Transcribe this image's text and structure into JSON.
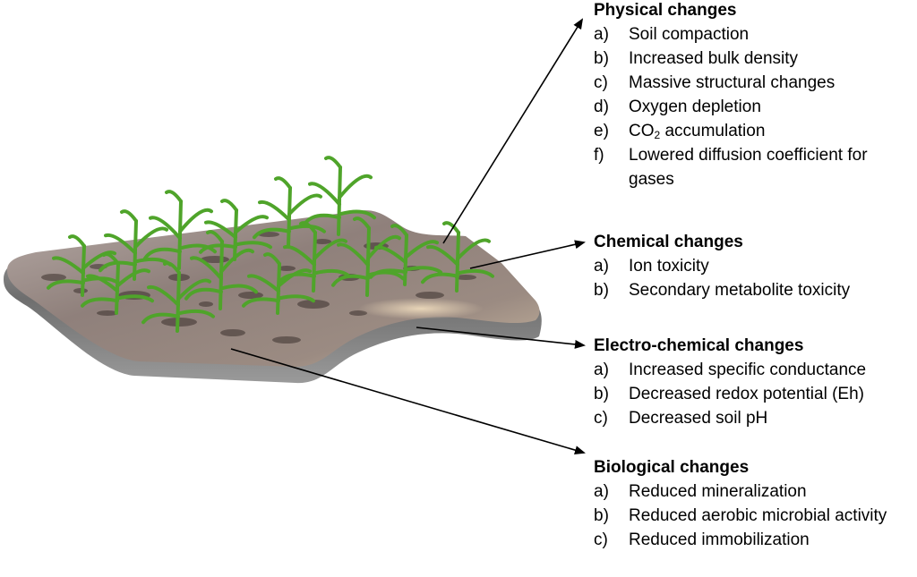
{
  "groups": [
    {
      "title": "Physical changes",
      "items": [
        {
          "letter": "a)",
          "text": "Soil compaction"
        },
        {
          "letter": "b)",
          "text": "Increased bulk density"
        },
        {
          "letter": "c)",
          "text": "Massive structural changes"
        },
        {
          "letter": "d)",
          "text": "Oxygen depletion"
        },
        {
          "letter": "e)",
          "text": "CO",
          "sub": "2",
          "after": " accumulation"
        },
        {
          "letter": "f)",
          "text": "Lowered diffusion coefficient for gases"
        }
      ]
    },
    {
      "title": "Chemical changes",
      "items": [
        {
          "letter": "a)",
          "text": "Ion toxicity"
        },
        {
          "letter": "b)",
          "text": "Secondary metabolite toxicity"
        }
      ]
    },
    {
      "title": "Electro-chemical changes",
      "items": [
        {
          "letter": "a)",
          "text": "Increased specific conductance"
        },
        {
          "letter": "b)",
          "text": "Decreased redox potential (Eh)"
        },
        {
          "letter": "c)",
          "text": "Decreased soil pH"
        }
      ]
    },
    {
      "title": "Biological changes",
      "items": [
        {
          "letter": "a)",
          "text": "Reduced mineralization"
        },
        {
          "letter": "b)",
          "text": "Reduced aerobic microbial activity"
        },
        {
          "letter": "c)",
          "text": "Reduced immobilization"
        }
      ]
    }
  ],
  "colors": {
    "soil_top": "#8a7b74",
    "soil_edge": "#7d7d7d",
    "plant_green": "#4fa42a",
    "arrow": "#000000"
  }
}
